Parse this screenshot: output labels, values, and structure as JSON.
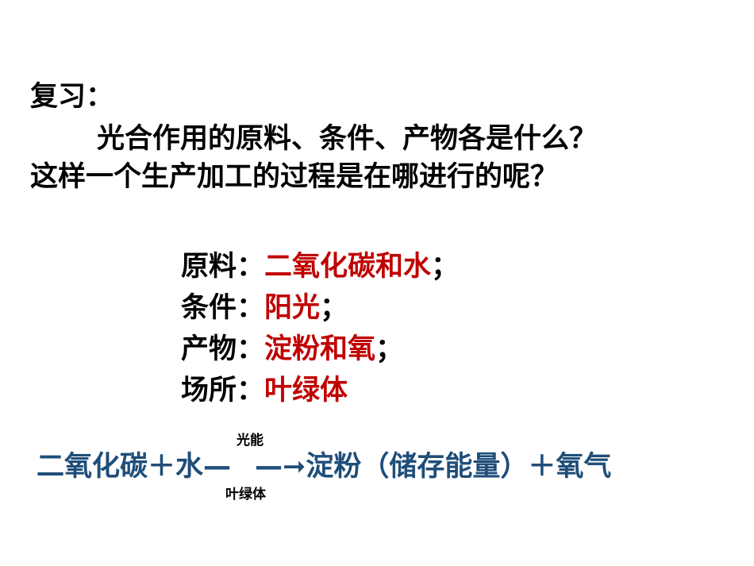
{
  "review": {
    "heading": "复习：",
    "question_1": "光合作用的原料、条件、产物各是什么？",
    "question_2": "这样一个生产加工的过程是在哪进行的呢？"
  },
  "answers": [
    {
      "label": "原料：",
      "value": "二氧化碳和水",
      "punct": "；"
    },
    {
      "label": "条件：",
      "value": "阳光",
      "punct": "；"
    },
    {
      "label": "产物：",
      "value": "淀粉和氧",
      "punct": "；"
    },
    {
      "label": "场所：",
      "value": "叶绿体",
      "punct": ""
    }
  ],
  "equation": {
    "reactants": "二氧化碳＋水—",
    "products": "—➞淀粉（储存能量）＋氧气",
    "condition_top": "光能",
    "condition_bottom": "叶绿体"
  },
  "colors": {
    "answer_value": "#c00000",
    "equation": "#1f4e79",
    "text": "#000000"
  }
}
